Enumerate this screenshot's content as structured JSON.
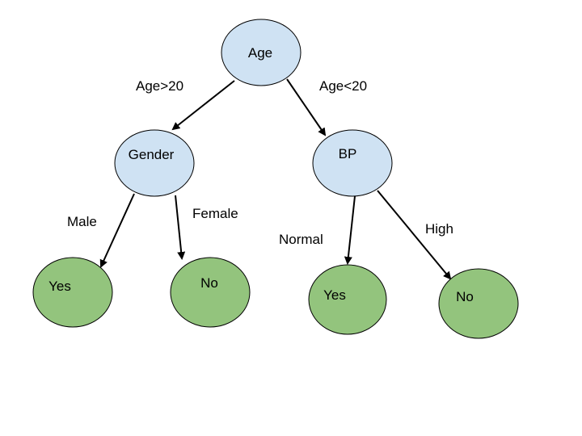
{
  "colors": {
    "decision_fill": "#cfe2f3",
    "leaf_fill": "#93c47d",
    "edge": "#000000",
    "background": "#ffffff"
  },
  "nodes": {
    "age": {
      "label": "Age"
    },
    "gender": {
      "label": "Gender"
    },
    "bp": {
      "label": "BP"
    },
    "leaf_male": {
      "label": "Yes"
    },
    "leaf_female": {
      "label": "No"
    },
    "leaf_normal": {
      "label": "Yes"
    },
    "leaf_high": {
      "label": "No"
    }
  },
  "edges": {
    "age_gt_20": {
      "label": "Age>20"
    },
    "age_lt_20": {
      "label": "Age<20"
    },
    "male": {
      "label": "Male"
    },
    "female": {
      "label": "Female"
    },
    "normal": {
      "label": "Normal"
    },
    "high": {
      "label": "High"
    }
  }
}
